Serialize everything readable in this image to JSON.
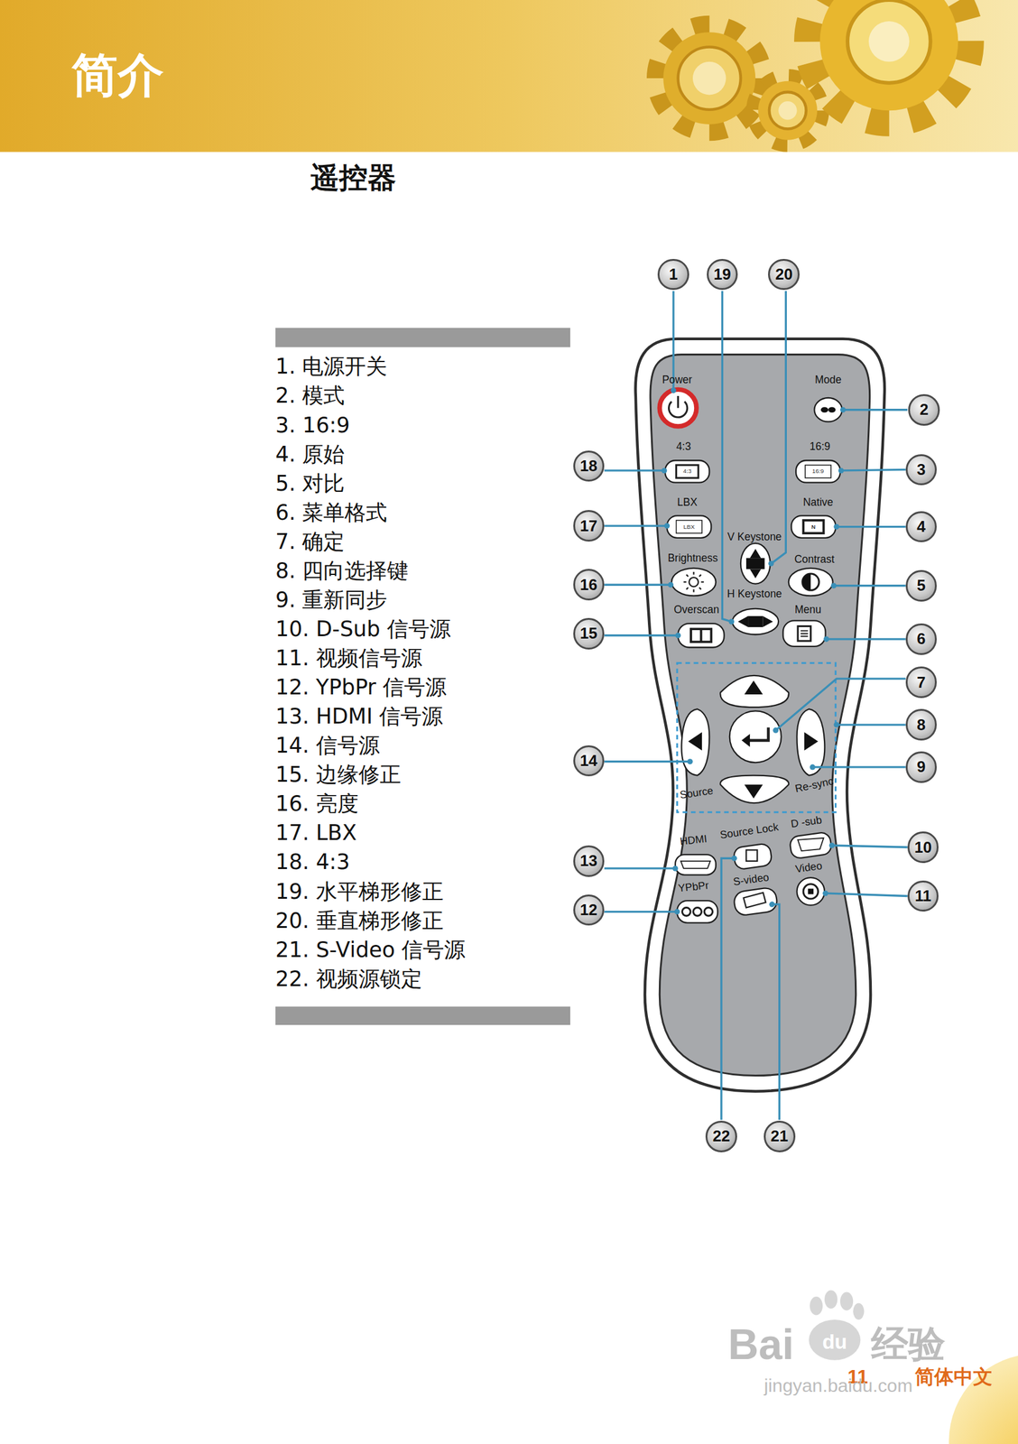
{
  "diagram": {
    "title": "遥控器",
    "nodes": [
      {
        "text": [
          "简介"
        ]
      },
      {
        "text": [
          "1"
        ]
      },
      {
        "text": [
          "19"
        ]
      },
      {
        "text": [
          "20"
        ]
      },
      {
        "text": [
          "2"
        ]
      },
      {
        "text": [
          "18"
        ]
      },
      {
        "text": [
          "3"
        ]
      },
      {
        "text": [
          "17"
        ]
      },
      {
        "text": [
          "4"
        ]
      },
      {
        "text": [
          "16"
        ]
      },
      {
        "text": [
          "5"
        ]
      },
      {
        "text": [
          "15"
        ]
      },
      {
        "text": [
          "6"
        ]
      },
      {
        "text": [
          "7"
        ]
      },
      {
        "text": [
          "8"
        ]
      },
      {
        "text": [
          "14"
        ]
      },
      {
        "text": [
          "9"
        ]
      },
      {
        "text": [
          "10"
        ]
      },
      {
        "text": [
          "13"
        ]
      },
      {
        "text": [
          "11"
        ]
      },
      {
        "text": [
          "12"
        ]
      },
      {
        "text": [
          "22"
        ]
      },
      {
        "text": [
          "21"
        ]
      }
    ],
    "labels": [
      "1. 电源开关",
      "2. 模式",
      "3. 16:9",
      "4. 原始",
      "5. 对比",
      "6. 菜单格式",
      "7. 确定",
      "8. 四向选择键",
      "9. 重新同步",
      "10. D-Sub 信号源",
      "11. 视频信号源",
      "12. YPbPr 信号源",
      "13. HDMI 信号源",
      "14. 信号源",
      "15. 边缘修正",
      "16. 亮度",
      "17. LBX",
      "18. 4:3",
      "19. 水平梯形修正",
      "20. 垂直梯形修正",
      "21. S-Video 信号源",
      "22. 视频源锁定",
      "Power",
      "Mode",
      "4:3",
      "16:9",
      "LBX",
      "Native",
      "V Keystone",
      "Brightness",
      "Contrast",
      "H Keystone",
      "Overscan",
      "Menu",
      "Source",
      "Re-sync",
      "HDMI",
      "Source Lock",
      "D -sub",
      "Video",
      "YPbPr",
      "S-video",
      "4:3",
      "16:9",
      "LBX",
      "N",
      "11",
      "简体中文",
      "Bai",
      "du",
      "经验",
      "jingyan.baidu.com"
    ]
  }
}
